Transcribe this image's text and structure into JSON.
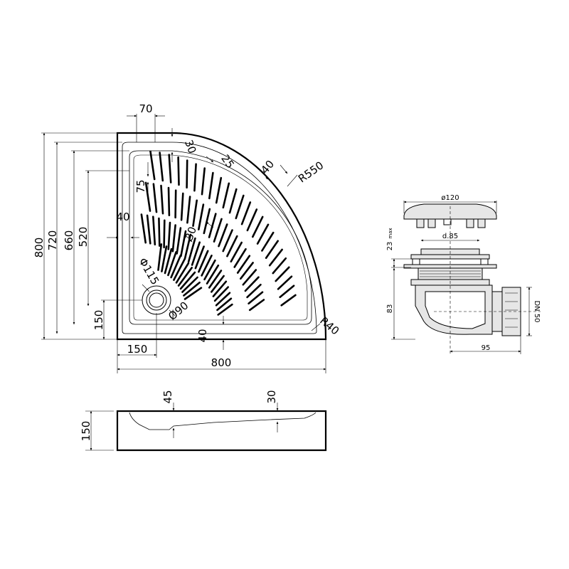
{
  "plan": {
    "overall_width": "800",
    "overall_height": "800",
    "inner_720": "720",
    "inner_660": "660",
    "inner_520": "520",
    "rim_70": "70",
    "rim_30": "30",
    "rim_25": "25",
    "rim_40_arc": "40",
    "radius_label": "R550",
    "offset_75": "75",
    "side_40_left": "40",
    "inner_30": "30",
    "drain_phi": "Φ115",
    "drain_diam": "Ø90",
    "drain_150_v": "150",
    "drain_150_h": "150",
    "bottom_40": "40",
    "corner_radius": "R40"
  },
  "section": {
    "height_150": "150",
    "depth_45": "45",
    "depth_30": "30"
  },
  "drain_detail": {
    "cap_diameter": "ø120",
    "inner_diameter": "d.85",
    "height_23": "23",
    "height_23_max": "max",
    "height_83": "83",
    "width_95": "95",
    "outlet": "DN 50"
  }
}
